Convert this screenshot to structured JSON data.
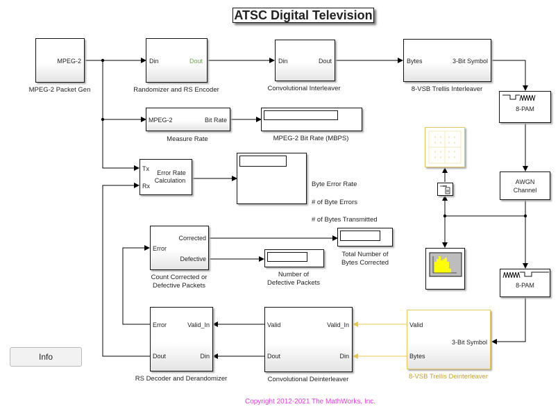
{
  "title": "ATSC Digital Television",
  "info_button": "Info",
  "copyright": "Copyright 2012-2021 The MathWorks, Inc.",
  "colors": {
    "wire": "#000000",
    "highlight_wire": "#e8c84a",
    "highlight_label": "#c9a227",
    "copyright": "#e040e0",
    "green_port": "#6aa84f"
  },
  "blocks": {
    "packet_gen": {
      "label": "MPEG-2 Packet Gen",
      "out": "MPEG-2"
    },
    "randomizer": {
      "label": "Randomizer and RS Encoder",
      "in": "Din",
      "out": "Dout"
    },
    "conv_interleaver": {
      "label": "Convolutional Interleaver",
      "in": "Din",
      "out": "Dout"
    },
    "trellis_interleaver": {
      "label": "8-VSB Trellis Interleaver",
      "in": "Bytes",
      "out": "3-Bit Symbol"
    },
    "pam_tx": {
      "label": "8-PAM"
    },
    "awgn": {
      "label_line1": "AWGN",
      "label_line2": "Channel"
    },
    "pam_rx": {
      "label": "8-PAM"
    },
    "measure_rate": {
      "label": "Measure Rate",
      "in": "MPEG-2",
      "out": "Bit Rate"
    },
    "bitrate_display": {
      "label": "MPEG-2 Bit Rate (MBPS)"
    },
    "error_rate": {
      "label_line1": "Error Rate",
      "label_line2": "Calculation",
      "in1": "Tx",
      "in2": "Rx"
    },
    "error_display": {
      "rows": [
        "Byte Error Rate",
        "# of Byte Errors",
        "# of Bytes Transmitted"
      ]
    },
    "count_packets": {
      "label_line1": "Count Corrected or",
      "label_line2": "Defective Packets",
      "in": "Error",
      "out1": "Corrected",
      "out2": "Defective"
    },
    "total_corrected": {
      "label_line1": "Total Number of",
      "label_line2": "Bytes Corrected"
    },
    "defective_display": {
      "label_line1": "Number of",
      "label_line2": "Defective Packets"
    },
    "rs_decoder": {
      "label": "RS Decoder and Derandomizer",
      "in1": "Valid_In",
      "in2": "Din",
      "out1": "Error",
      "out2": "Dout"
    },
    "conv_deinterleaver": {
      "label": "Convolutional Deinterleaver",
      "in1": "Valid_In",
      "in2": "Din",
      "out1": "Valid",
      "out2": "Dout"
    },
    "trellis_deinterleaver": {
      "label": "8-VSB Trellis Deinterleaver",
      "in": "3-Bit Symbol",
      "out1": "Valid",
      "out2": "Bytes"
    }
  }
}
